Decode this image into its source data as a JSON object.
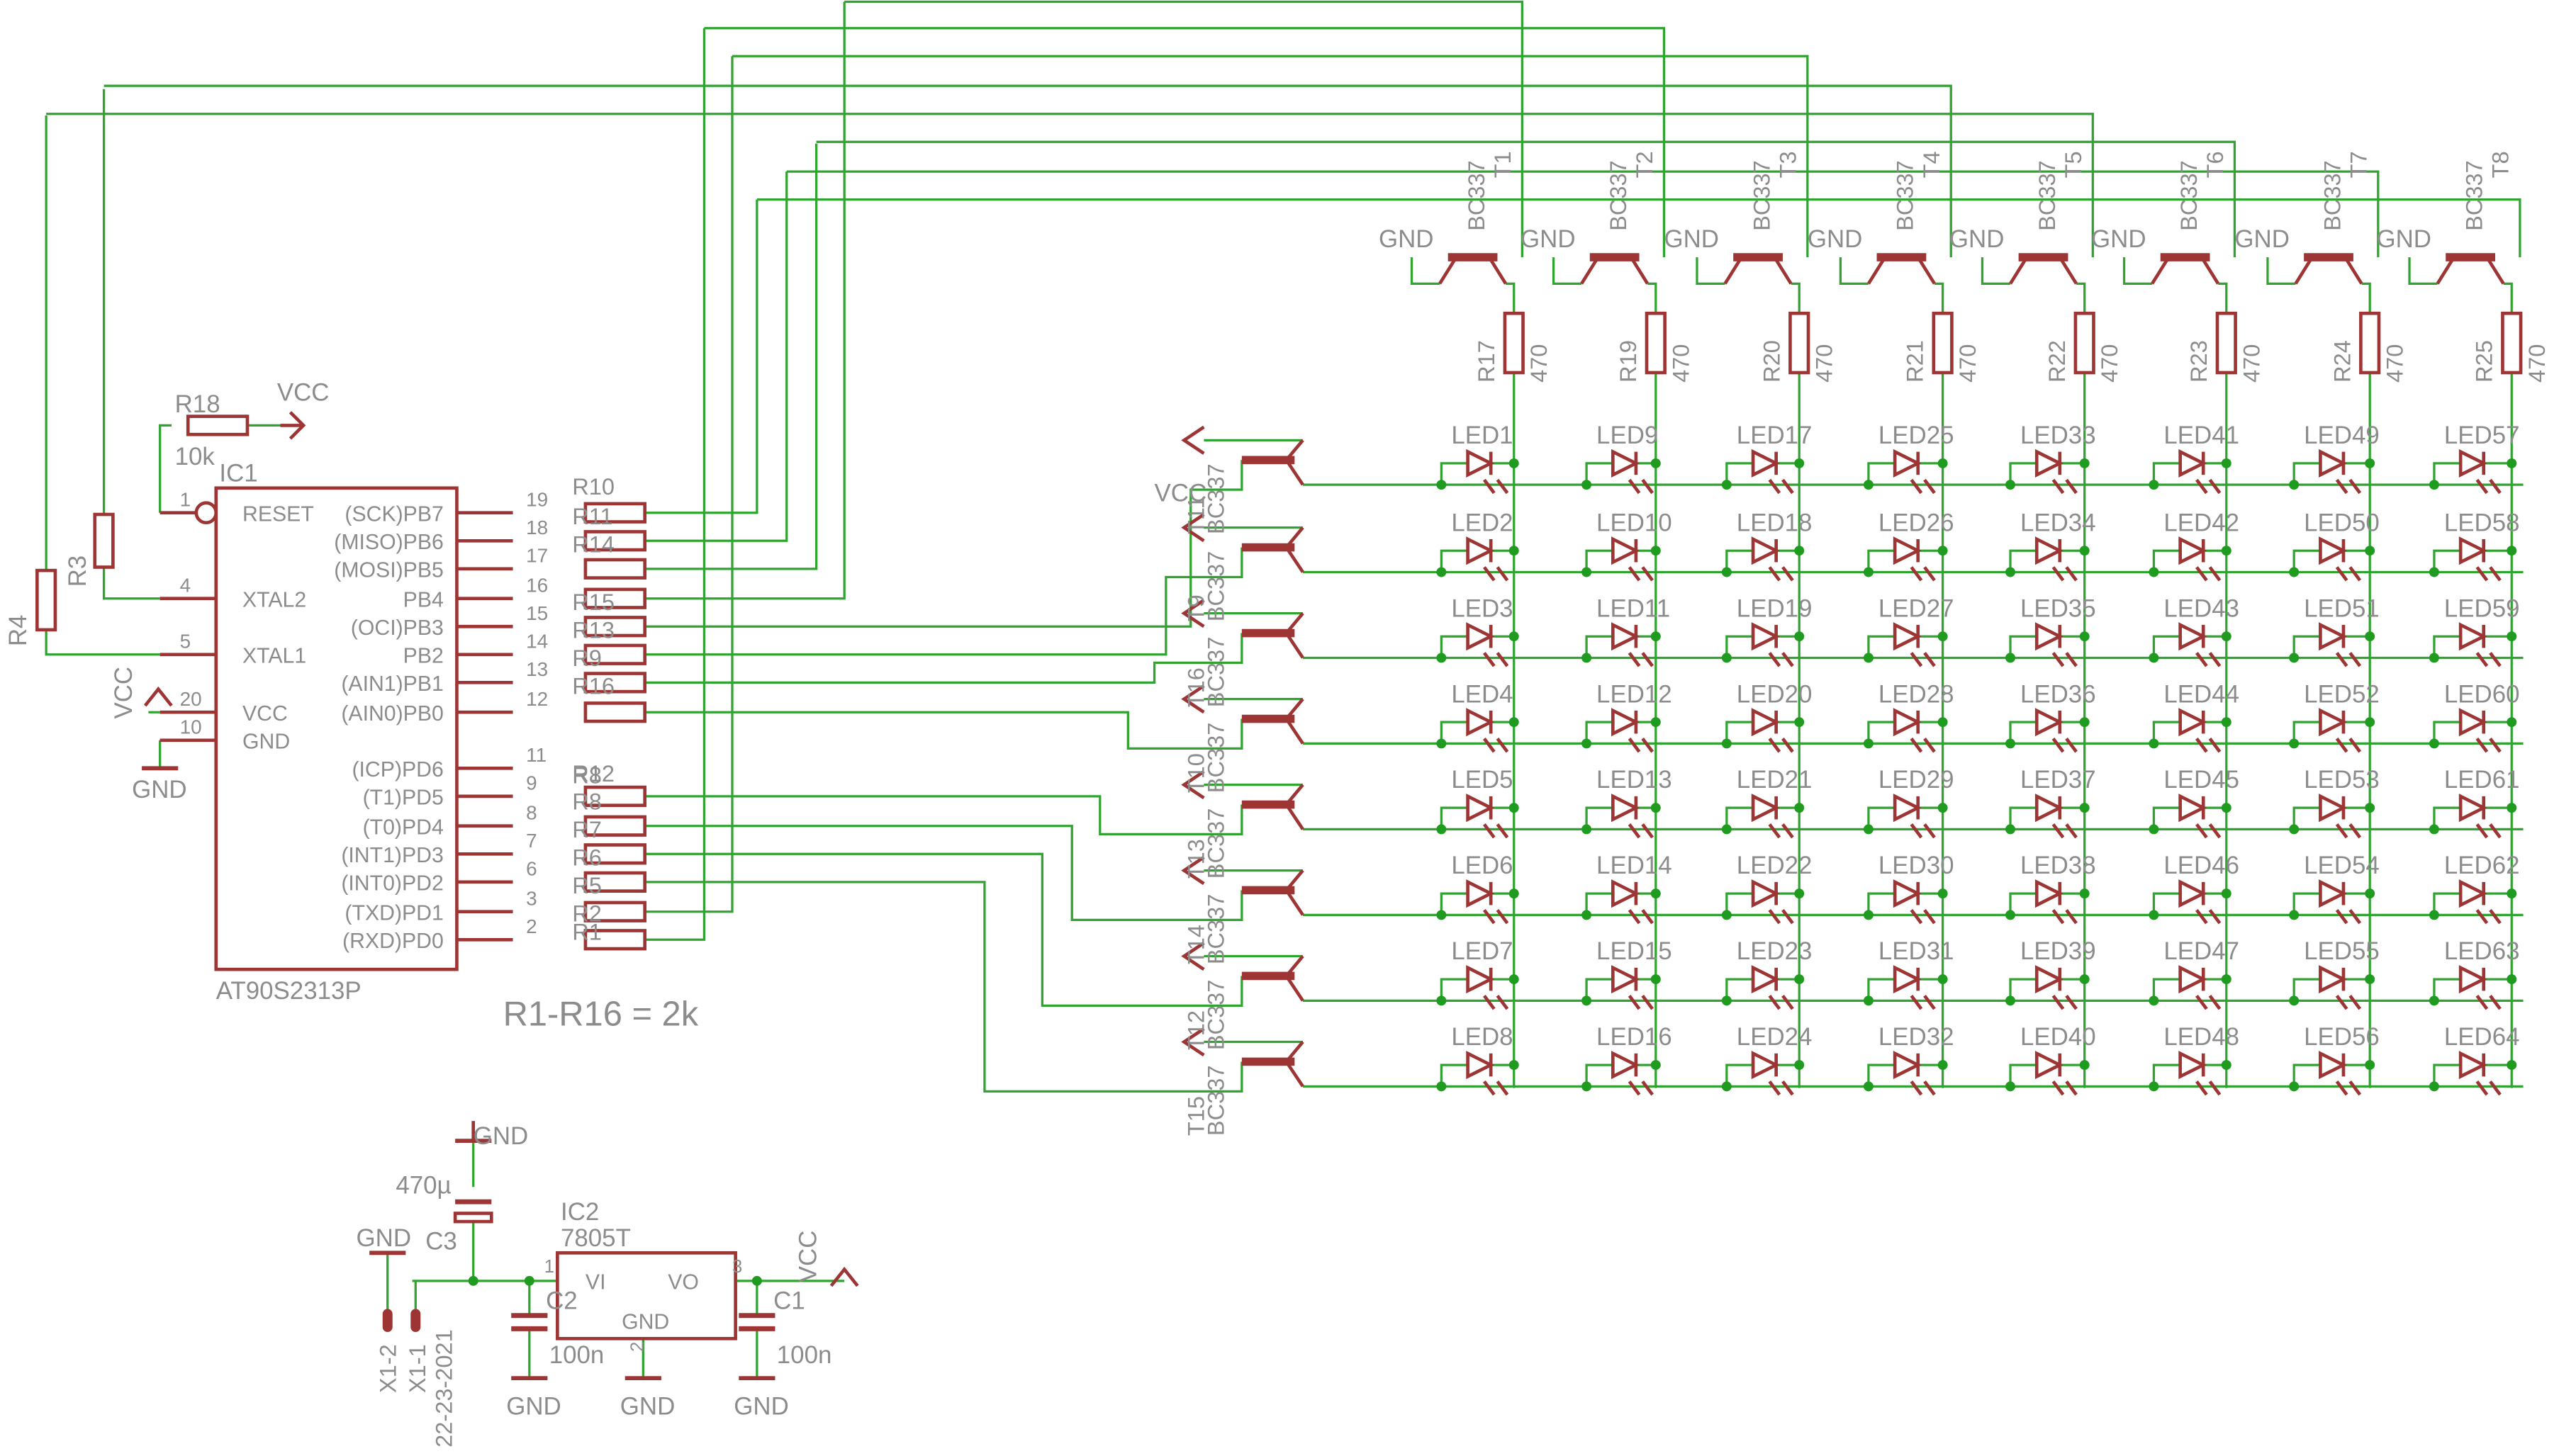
{
  "colors": {
    "wire": "#31a331",
    "symbol": "#9e3535",
    "text": "#8c8c8c",
    "junction": "#1f9b1f",
    "note": "#1f9b1f",
    "background": "#ffffff"
  },
  "mcu": {
    "ref": "IC1",
    "part": "AT90S2313P",
    "left_pins": [
      {
        "num": "1",
        "label": "RESET"
      },
      {
        "num": "4",
        "label": "XTAL2"
      },
      {
        "num": "5",
        "label": "XTAL1"
      },
      {
        "num": "20",
        "label": "VCC"
      },
      {
        "num": "10",
        "label": "GND"
      }
    ],
    "right_pins": [
      {
        "num": "19",
        "label": "(SCK)PB7"
      },
      {
        "num": "18",
        "label": "(MISO)PB6"
      },
      {
        "num": "17",
        "label": "(MOSI)PB5"
      },
      {
        "num": "16",
        "label": "PB4"
      },
      {
        "num": "15",
        "label": "(OCI)PB3"
      },
      {
        "num": "14",
        "label": "PB2"
      },
      {
        "num": "13",
        "label": "(AIN1)PB1"
      },
      {
        "num": "12",
        "label": "(AIN0)PB0"
      },
      {
        "num": "11",
        "label": "(ICP)PD6"
      },
      {
        "num": "9",
        "label": "(T1)PD5"
      },
      {
        "num": "8",
        "label": "(T0)PD4"
      },
      {
        "num": "7",
        "label": "(INT1)PD3"
      },
      {
        "num": "6",
        "label": "(INT0)PD2"
      },
      {
        "num": "3",
        "label": "(TXD)PD1"
      },
      {
        "num": "2",
        "label": "(RXD)PD0"
      }
    ]
  },
  "series_resistors": [
    "R10",
    "R11",
    "R14",
    "R15",
    "R13",
    "R9",
    "R16",
    "R12",
    "R8",
    "R7",
    "R6",
    "R5",
    "R2",
    "R1"
  ],
  "reset_resistor": {
    "ref": "R18",
    "value": "10k"
  },
  "xtal_resistors": [
    "R3",
    "R4"
  ],
  "power_labels": {
    "vcc": "VCC",
    "gnd": "GND"
  },
  "note": "R1-R16 = 2k",
  "column_transistors": [
    {
      "ref": "T1",
      "part": "BC337"
    },
    {
      "ref": "T2",
      "part": "BC337"
    },
    {
      "ref": "T3",
      "part": "BC337"
    },
    {
      "ref": "T4",
      "part": "BC337"
    },
    {
      "ref": "T5",
      "part": "BC337"
    },
    {
      "ref": "T6",
      "part": "BC337"
    },
    {
      "ref": "T7",
      "part": "BC337"
    },
    {
      "ref": "T8",
      "part": "BC337"
    }
  ],
  "column_resistors": [
    {
      "ref": "R17",
      "value": "470"
    },
    {
      "ref": "R19",
      "value": "470"
    },
    {
      "ref": "R20",
      "value": "470"
    },
    {
      "ref": "R21",
      "value": "470"
    },
    {
      "ref": "R22",
      "value": "470"
    },
    {
      "ref": "R23",
      "value": "470"
    },
    {
      "ref": "R24",
      "value": "470"
    },
    {
      "ref": "R25",
      "value": "470"
    }
  ],
  "row_transistors": [
    "T11",
    "T9",
    "T16",
    "T10",
    "T13",
    "T14",
    "T12",
    "T15"
  ],
  "row_transistor_part": "BC337",
  "led_prefix": "LED",
  "led_matrix": {
    "columns": 8,
    "rows": 8
  },
  "regulator": {
    "ref": "IC2",
    "part": "7805T",
    "pins": {
      "in": "VI",
      "out": "VO",
      "gnd": "GND",
      "in_num": "1",
      "gnd_num": "2",
      "out_num": "3"
    }
  },
  "capacitors": [
    {
      "ref": "C3",
      "value": "470µ"
    },
    {
      "ref": "C2",
      "value": "100n"
    },
    {
      "ref": "C1",
      "value": "100n"
    }
  ],
  "connector": {
    "pins": [
      "X1-2",
      "X1-1"
    ],
    "part": "22-23-2021"
  }
}
